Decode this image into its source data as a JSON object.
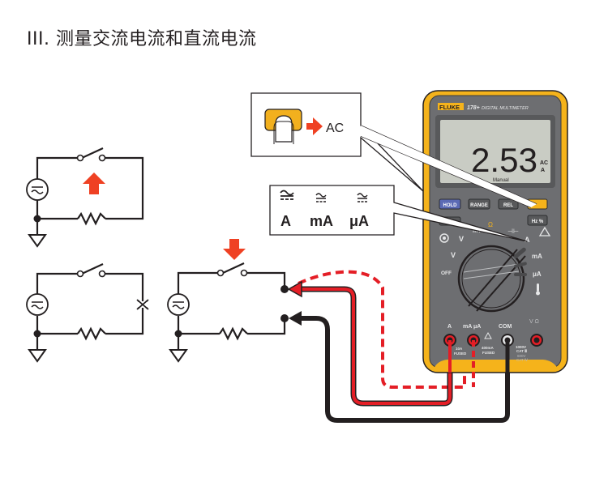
{
  "title": "III. 测量交流电流和直流电流",
  "callouts": {
    "ac_button": {
      "arrow_label": "AC",
      "button_color": "#f2b01e"
    },
    "units": {
      "items": [
        "A",
        "mA",
        "μA"
      ]
    }
  },
  "meter": {
    "brand": "FLUKE",
    "model": "178+",
    "subtitle": "DIGITAL MULTIMETER",
    "display": {
      "value": "2.53",
      "mode": "AC",
      "unit": "A",
      "range_mode": "Manual"
    },
    "buttons": {
      "hold": "HOLD",
      "range": "RANGE",
      "rel": "REL",
      "hz": "Hz %"
    },
    "dial_labels": {
      "off": "OFF",
      "v": "V",
      "mv": "mV",
      "a": "A",
      "ma": "mA",
      "ua": "μA"
    },
    "jacks": {
      "a": "A",
      "ma_ua": "mA μA",
      "com": "COM",
      "v_ohm": "V Ω",
      "fuse_10a_line1": "10A",
      "fuse_10a_line2": "FUSED",
      "fuse_400ma_line1": "400mA",
      "fuse_400ma_line2": "FUSED",
      "cat1": "1000V",
      "cat1b": "CAT Ⅲ",
      "cat2": "600V",
      "cat2b": "CAT Ⅳ"
    },
    "colors": {
      "case": "#f5b31b",
      "body": "#6d6e71",
      "lcd": "#c9ccc4",
      "lead_red": "#e41e26",
      "lead_black": "#231f20"
    }
  },
  "circuits": {
    "arrow_color": "#ef4123"
  }
}
